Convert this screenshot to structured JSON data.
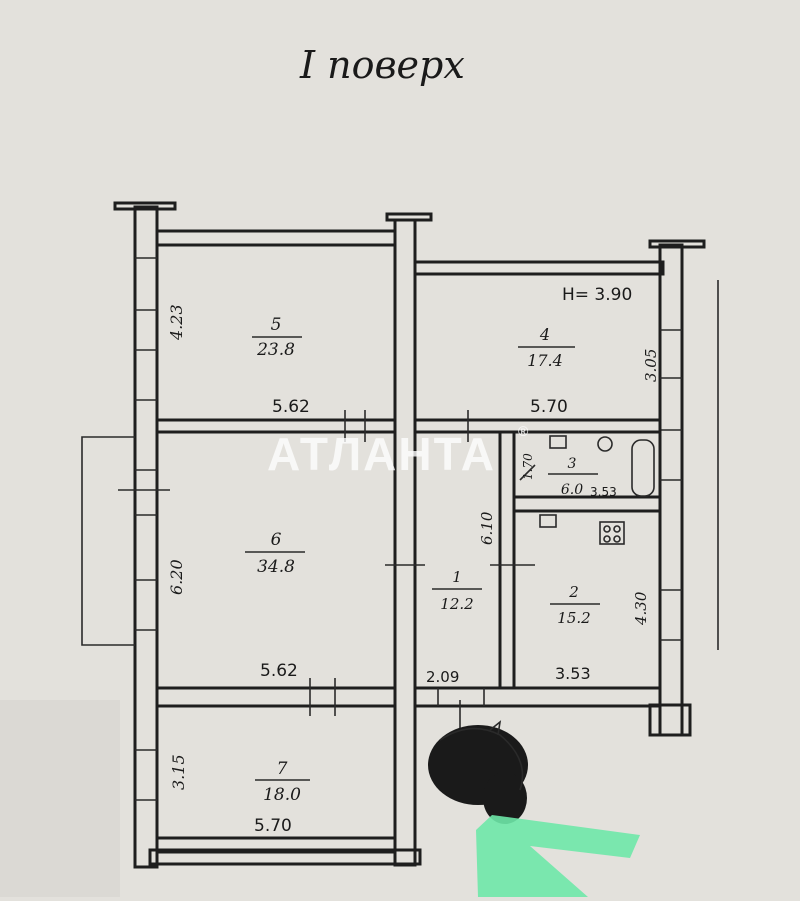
{
  "title": "I поверх",
  "height_label": "H= 3.90",
  "watermark": "АТЛАНТА",
  "watermark_mark": "®",
  "rooms": [
    {
      "num": "5",
      "area": "23.8"
    },
    {
      "num": "4",
      "area": "17.4"
    },
    {
      "num": "3",
      "area": "6.0"
    },
    {
      "num": "6",
      "area": "34.8"
    },
    {
      "num": "1",
      "area": "12.2"
    },
    {
      "num": "2",
      "area": "15.2"
    },
    {
      "num": "7",
      "area": "18.0"
    }
  ],
  "dimensions": {
    "r5_width": "5.62",
    "r5_height": "4.23",
    "r4_width": "5.70",
    "r4_height": "3.05",
    "r3_width": "3.53",
    "r3_height": "1.70",
    "r6_width": "5.62",
    "r6_height": "6.20",
    "corridor_height": "6.10",
    "corridor_width": "2.09",
    "r2_width": "3.53",
    "r2_height": "4.30",
    "r7_width": "5.70",
    "r7_height": "3.15"
  },
  "colors": {
    "paper": "#e3e1dc",
    "ink": "#1e1e1e",
    "arrow": "#6ee8a8",
    "scribble": "#1a1a1a"
  }
}
